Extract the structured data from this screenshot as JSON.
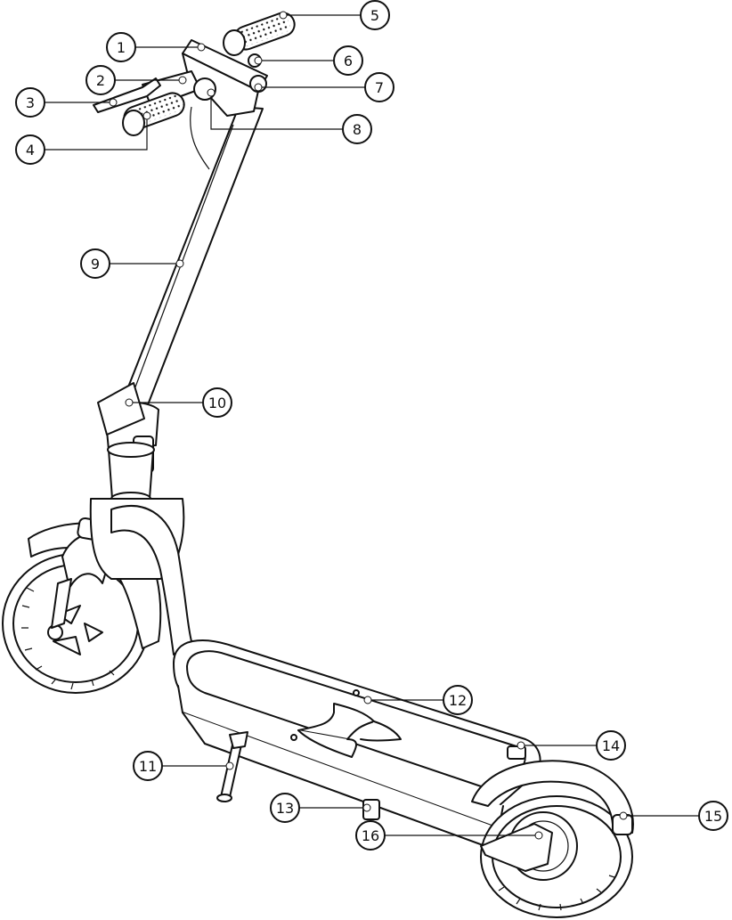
{
  "diagram": {
    "line_color": "#111111",
    "background": "#ffffff",
    "callouts": [
      "1",
      "2",
      "3",
      "4",
      "5",
      "6",
      "7",
      "8",
      "9",
      "10",
      "11",
      "12",
      "13",
      "14",
      "15",
      "16"
    ]
  }
}
